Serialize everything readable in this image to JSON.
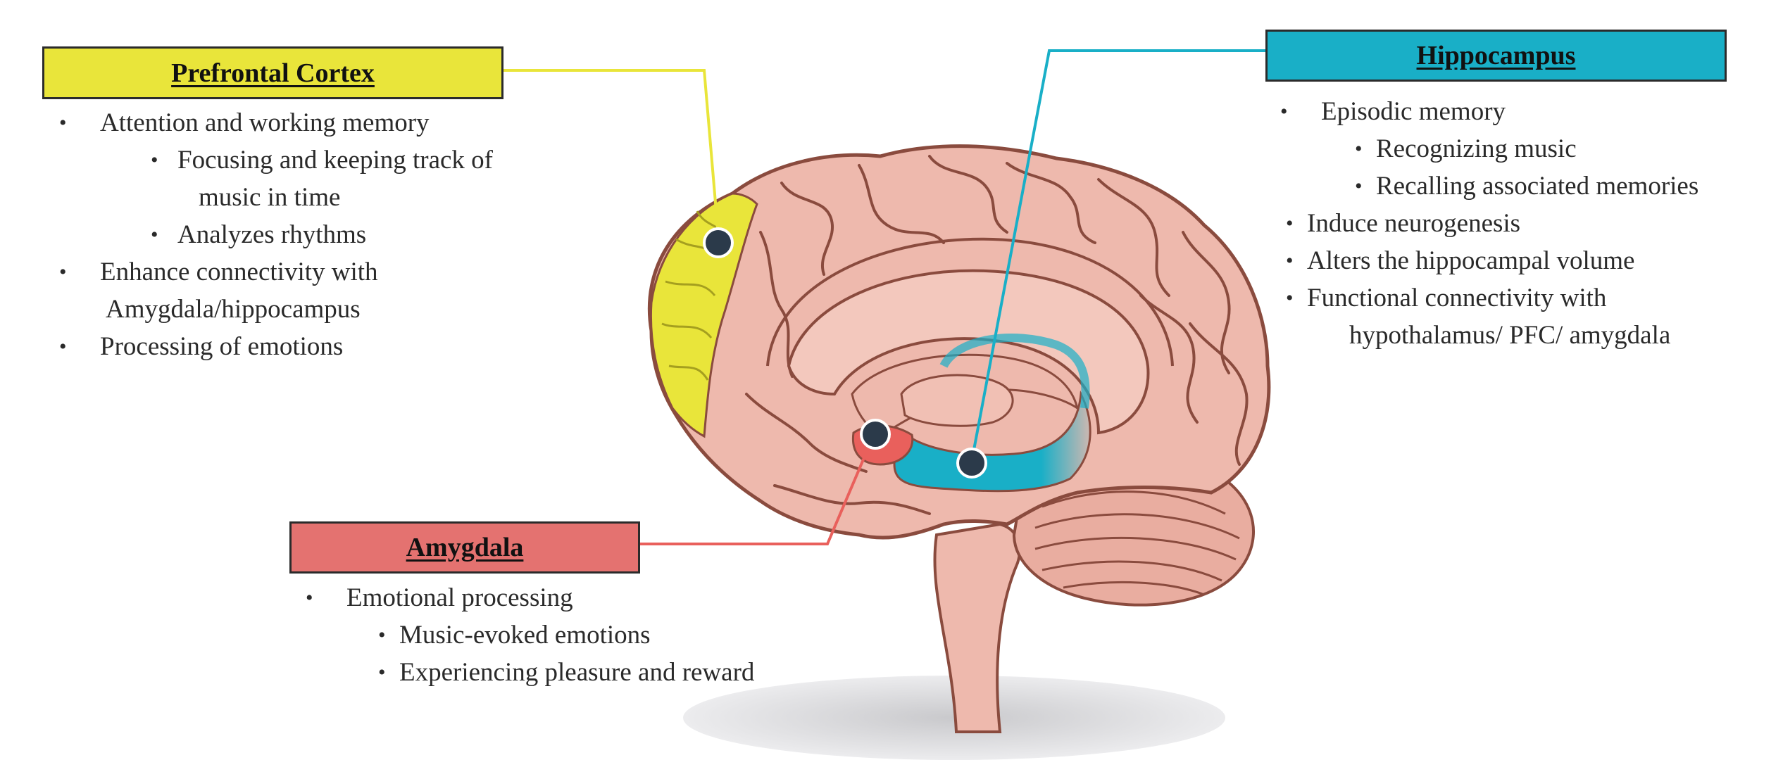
{
  "colors": {
    "prefrontal": "#e9e53a",
    "hippocampus": "#19afc7",
    "amygdala": "#e47270",
    "brain_fill": "#eeb9ad",
    "brain_outline": "#8a4b3e",
    "marker": "#2b3a4a"
  },
  "prefrontal": {
    "title": "Prefrontal Cortex",
    "items": [
      {
        "text": "Attention and working memory",
        "level": 1
      },
      {
        "text": "Focusing and keeping track of",
        "cont": "music in time",
        "level": 2
      },
      {
        "text": "Analyzes rhythms",
        "level": 2
      },
      {
        "text": "Enhance connectivity with",
        "cont": "Amygdala/hippocampus",
        "level": 1
      },
      {
        "text": "Processing of emotions",
        "level": 1
      }
    ]
  },
  "hippocampus": {
    "title": "Hippocampus",
    "items": [
      {
        "text": "Episodic memory",
        "level": 1
      },
      {
        "text": "Recognizing music",
        "level": 2
      },
      {
        "text": "Recalling associated memories",
        "level": 2
      },
      {
        "text": "Induce neurogenesis",
        "level": 1
      },
      {
        "text": "Alters the hippocampal volume",
        "level": 1
      },
      {
        "text": "Functional connectivity with",
        "cont": "hypothalamus/ PFC/ amygdala",
        "level": 1
      }
    ]
  },
  "amygdala": {
    "title": "Amygdala",
    "items": [
      {
        "text": "Emotional processing",
        "level": 1
      },
      {
        "text": "Music-evoked emotions",
        "level": 2
      },
      {
        "text": "Experiencing pleasure and reward",
        "level": 2
      }
    ]
  }
}
